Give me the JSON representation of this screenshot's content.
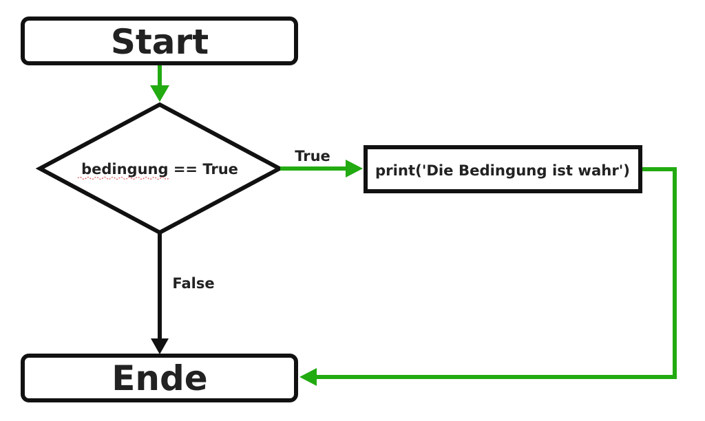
{
  "nodes": {
    "start": {
      "label": "Start"
    },
    "condition": {
      "label": "bedingung == True",
      "misspelled_word": "bedingung"
    },
    "action": {
      "label": "print('Die Bedingung ist wahr')"
    },
    "end": {
      "label": "Ende"
    }
  },
  "edges": {
    "true_label": "True",
    "false_label": "False"
  },
  "colors": {
    "box_stroke": "#111111",
    "text": "#222222",
    "green_arrow": "#22aa11",
    "black_arrow": "#111111",
    "spell_underline": "#e05a5a"
  }
}
